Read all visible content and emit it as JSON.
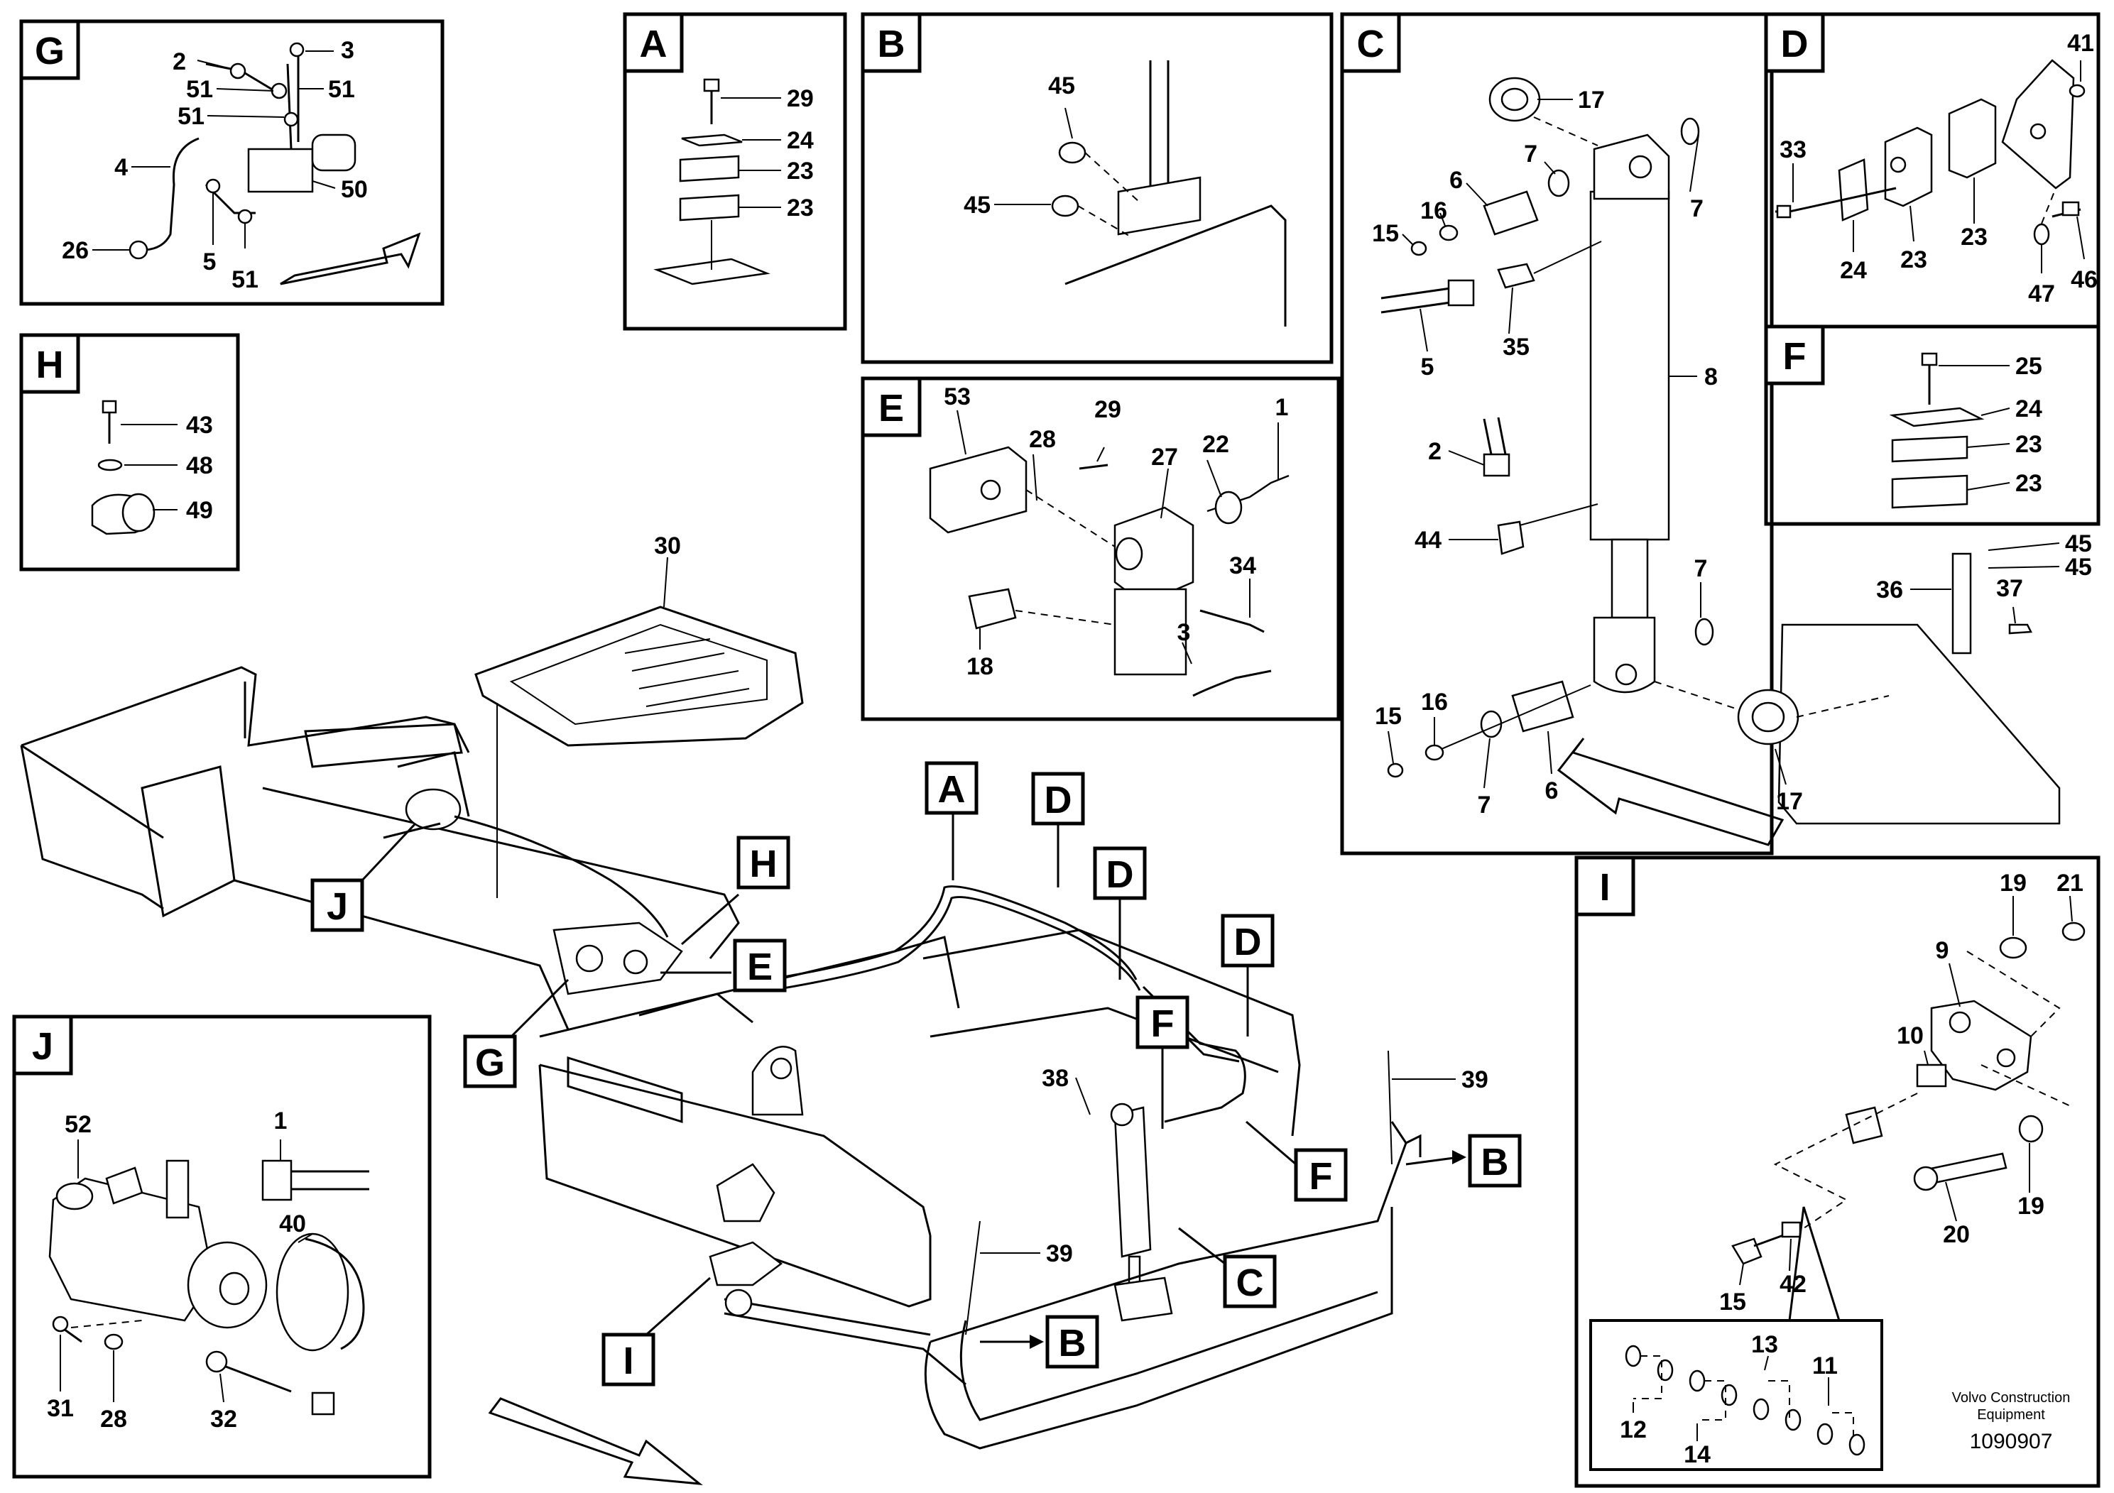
{
  "inset_letters": {
    "G": "G",
    "H": "H",
    "J": "J",
    "A": "A",
    "B": "B",
    "E": "E",
    "C": "C",
    "D": "D",
    "F": "F",
    "I": "I"
  },
  "callouts": {
    "g_2": "2",
    "g_3": "3",
    "g_51a": "51",
    "g_51b": "51",
    "g_51c": "51",
    "g_4": "4",
    "g_50": "50",
    "g_26": "26",
    "g_5": "5",
    "g_51d": "51",
    "h_43": "43",
    "h_48": "48",
    "h_49": "49",
    "a_29": "29",
    "a_24": "24",
    "a_23a": "23",
    "a_23b": "23",
    "b_45a": "45",
    "b_45b": "45",
    "e_53": "53",
    "e_28": "28",
    "e_29": "29",
    "e_27": "27",
    "e_22": "22",
    "e_1": "1",
    "e_34": "34",
    "e_3": "3",
    "e_18": "18",
    "c_17a": "17",
    "c_7a": "7",
    "c_6a": "6",
    "c_7b": "7",
    "c_16a": "16",
    "c_15a": "15",
    "c_5": "5",
    "c_35": "35",
    "c_8": "8",
    "c_2": "2",
    "c_44": "44",
    "c_7c": "7",
    "c_15b": "15",
    "c_16b": "16",
    "c_7d": "7",
    "c_6b": "6",
    "c_17b": "17",
    "c_36": "36",
    "c_45a": "45",
    "c_45b": "45",
    "c_37": "37",
    "d_41": "41",
    "d_33": "33",
    "d_23a": "23",
    "d_23b": "23",
    "d_24": "24",
    "d_47": "47",
    "d_46": "46",
    "f_25": "25",
    "f_24": "24",
    "f_23a": "23",
    "f_23b": "23",
    "i_19a": "19",
    "i_21": "21",
    "i_9": "9",
    "i_10": "10",
    "i_20": "20",
    "i_19b": "19",
    "i_15": "15",
    "i_42": "42",
    "i_13": "13",
    "i_11": "11",
    "i_12": "12",
    "i_14": "14",
    "j_52": "52",
    "j_1": "1",
    "j_40": "40",
    "j_31": "31",
    "j_28": "28",
    "j_32": "32",
    "m_30": "30",
    "m_38": "38",
    "m_39a": "39",
    "m_39b": "39"
  },
  "main_refs": {
    "J": "J",
    "H": "H",
    "G": "G",
    "E": "E",
    "A": "A",
    "D1": "D",
    "D2": "D",
    "D3": "D",
    "F1": "F",
    "F2": "F",
    "C": "C",
    "B1": "B",
    "B2": "B",
    "I": "I"
  },
  "footer": {
    "brand_line1": "Volvo Construction",
    "brand_line2": "Equipment",
    "doc_number": "1090907"
  }
}
